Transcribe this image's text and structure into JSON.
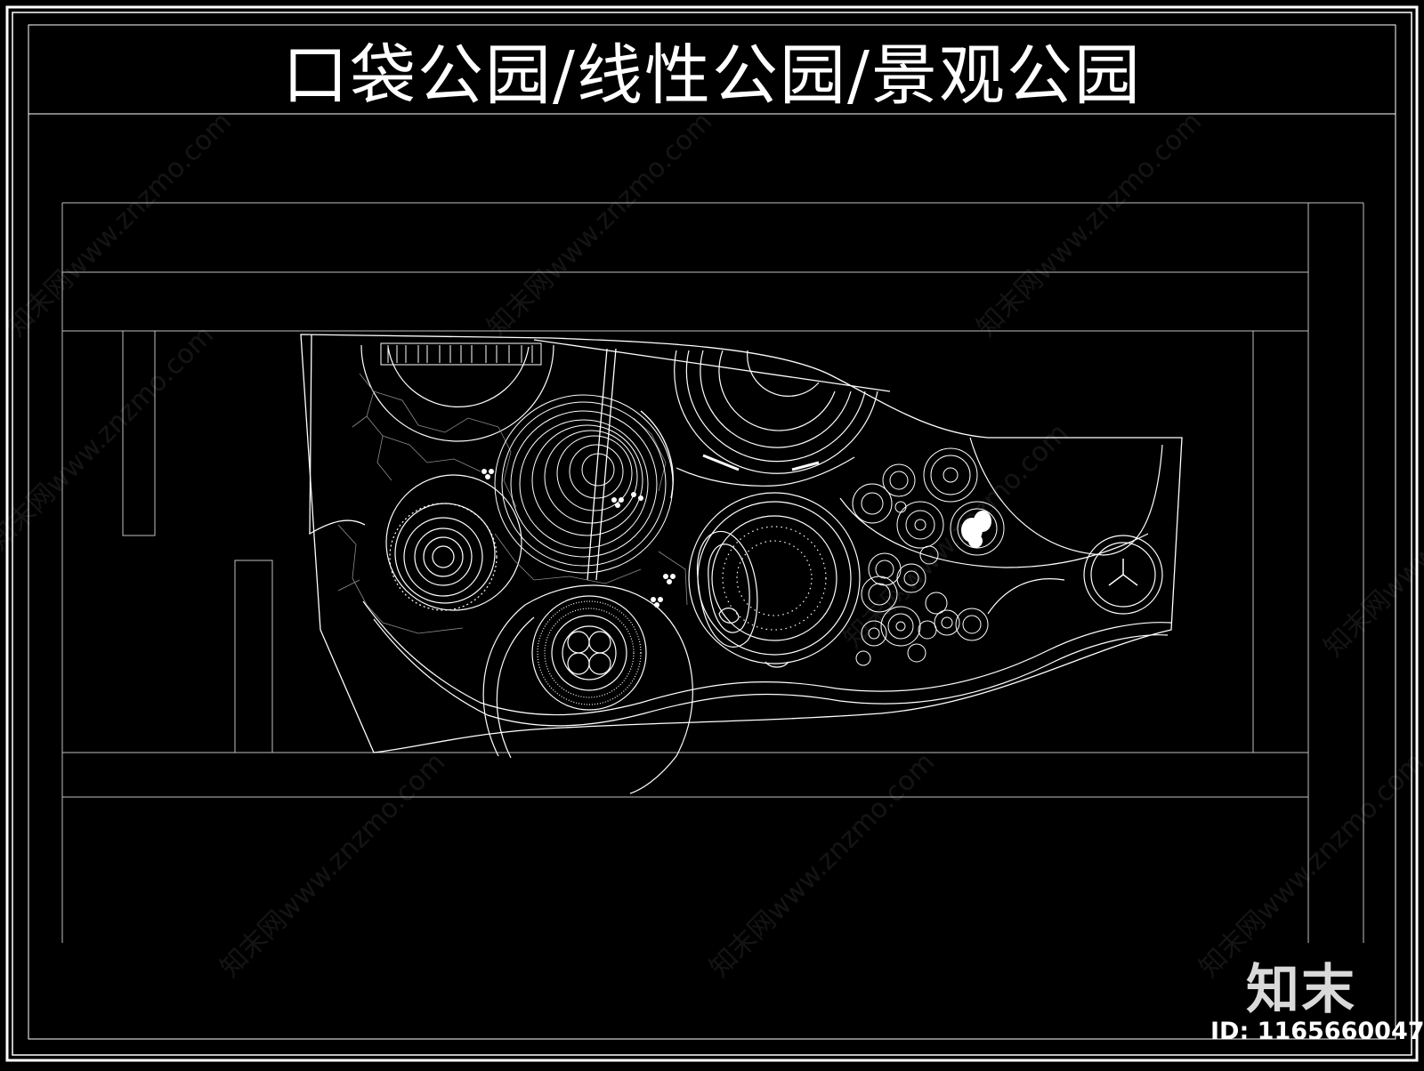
{
  "drawing": {
    "title": "口袋公园/线性公园/景观公园"
  },
  "branding": {
    "logo_text": "知末",
    "asset_id": "ID: 1165660047",
    "watermark_text": "知末网www.znzmo.com"
  },
  "colors": {
    "background": "#000000",
    "linework": "#ffffff"
  }
}
